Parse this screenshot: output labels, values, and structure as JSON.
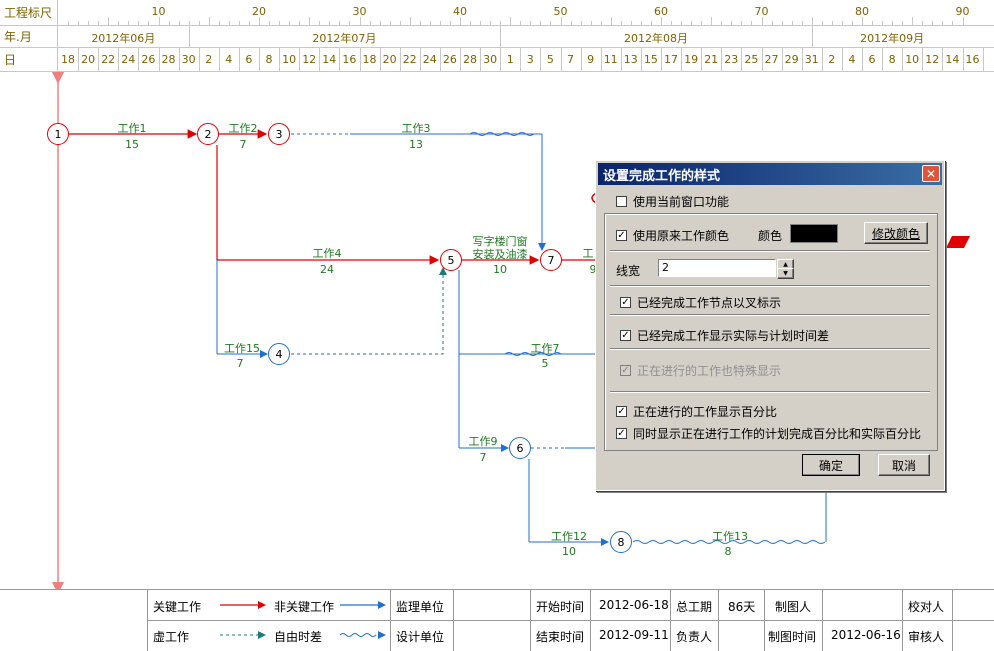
{
  "header": {
    "scale_label": "工程标尺",
    "month_label": "年.月",
    "day_label": "日",
    "scale_numbers": [
      "10",
      "20",
      "30",
      "40",
      "50",
      "60",
      "70",
      "80",
      "90"
    ],
    "months": [
      "2012年06月",
      "2012年07月",
      "2012年08月",
      "2012年09月"
    ],
    "days": [
      "18",
      "20",
      "22",
      "24",
      "26",
      "28",
      "30",
      "2",
      "4",
      "6",
      "8",
      "10",
      "12",
      "14",
      "16",
      "18",
      "20",
      "22",
      "24",
      "26",
      "28",
      "30",
      "1",
      "3",
      "5",
      "7",
      "9",
      "11",
      "13",
      "15",
      "17",
      "19",
      "21",
      "23",
      "25",
      "27",
      "29",
      "31",
      "2",
      "4",
      "6",
      "8",
      "10",
      "12",
      "14",
      "16"
    ]
  },
  "works": [
    {
      "name": "工作1",
      "dur": "15"
    },
    {
      "name": "工作2",
      "dur": "7"
    },
    {
      "name": "工作3",
      "dur": "13"
    },
    {
      "name": "工作4",
      "dur": "24"
    },
    {
      "name": "写字楼门窗",
      "name2": "安装及油漆",
      "dur": "10"
    },
    {
      "name": "工作15",
      "dur": "7"
    },
    {
      "name": "工作7",
      "dur": "5"
    },
    {
      "name": "工作9",
      "dur": "7"
    },
    {
      "name": "工作12",
      "dur": "10"
    },
    {
      "name": "工作13",
      "dur": "8"
    },
    {
      "name": "工",
      "dur": "9"
    }
  ],
  "nodes": [
    "1",
    "2",
    "3",
    "4",
    "5",
    "6",
    "7",
    "8"
  ],
  "legend": {
    "critical": "关键工作",
    "noncritical": "非关键工作",
    "dummy": "虚工作",
    "free_float": "自由时差",
    "supervisor": "监理单位",
    "designer": "设计单位",
    "start_label": "开始时间",
    "start_value": "2012-06-18",
    "end_label": "结束时间",
    "end_value": "2012-09-11",
    "total_label": "总工期",
    "total_value": "86天",
    "owner_label": "负责人",
    "drawer_label": "制图人",
    "draw_time_label": "制图时间",
    "draw_time_value": "2012-06-16",
    "checker_label": "校对人",
    "reviewer_label": "审核人"
  },
  "dialog": {
    "title": "设置完成工作的样式",
    "use_current_window": "使用当前窗口功能",
    "use_original_color": "使用原来工作颜色",
    "color_label": "颜色",
    "modify_color": "修改颜色",
    "line_width_label": "线宽",
    "line_width_value": "2",
    "mark_completed_nodes": "已经完成工作节点以叉标示",
    "show_time_diff": "已经完成工作显示实际与计划时间差",
    "special_in_progress": "正在进行的工作也特殊显示",
    "show_percent": "正在进行的工作显示百分比",
    "show_both_percent": "同时显示正在进行工作的计划完成百分比和实际百分比",
    "ok": "确定",
    "cancel": "取消",
    "color_value": "#000000"
  }
}
